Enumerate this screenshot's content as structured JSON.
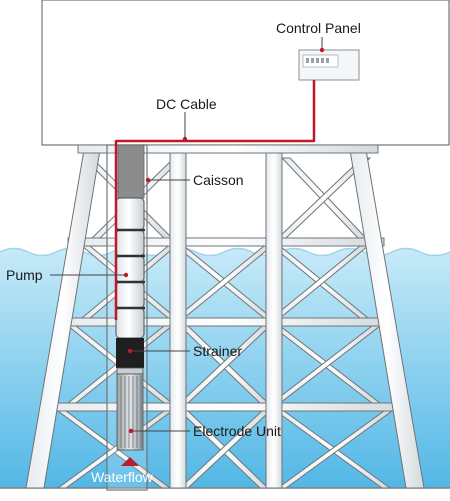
{
  "labels": {
    "control_panel": "Control Panel",
    "dc_cable": "DC Cable",
    "caisson": "Caisson",
    "pump": "Pump",
    "strainer": "Strainer",
    "electrode_unit": "Electrode Unit",
    "waterflow": "Waterflow"
  },
  "colors": {
    "cable": "#c0182a",
    "water_top": "#bfe6f6",
    "water_bottom": "#5bbde8",
    "platform_fill": "#ffffff",
    "structure_stroke": "#6f7478",
    "strainer": "#1f1f1f",
    "caisson_fill": "#8c8c8c"
  }
}
